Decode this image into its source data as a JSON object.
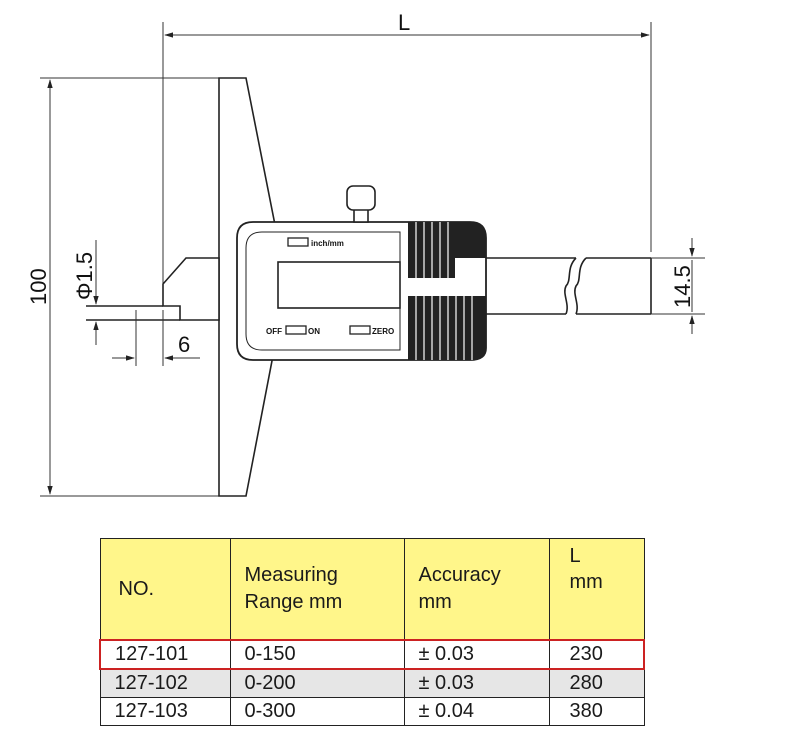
{
  "drawing": {
    "dim_length": "L",
    "dim_height": "100",
    "dim_tip_diameter": "Φ1.5",
    "dim_tip_length": "6",
    "dim_beam_height": "14.5",
    "button_inch_mm": "inch/mm",
    "button_off": "OFF",
    "button_on": "ON",
    "button_zero": "ZERO"
  },
  "table": {
    "headers": {
      "no": "NO.",
      "range_line1": "Measuring",
      "range_line2": "Range mm",
      "accuracy_line1": "Accuracy",
      "accuracy_line2": "mm",
      "length_line1": "L",
      "length_line2": "mm"
    },
    "rows": [
      {
        "no": "127-101",
        "range": "0-150",
        "accuracy": "± 0.03",
        "length": "230"
      },
      {
        "no": "127-102",
        "range": "0-200",
        "accuracy": "± 0.03",
        "length": "280"
      },
      {
        "no": "127-103",
        "range": "0-300",
        "accuracy": "± 0.04",
        "length": "380"
      }
    ]
  },
  "colors": {
    "header_background": "#fff68a",
    "highlight_border": "#cc2222",
    "shaded_row": "#e6e6e6"
  }
}
